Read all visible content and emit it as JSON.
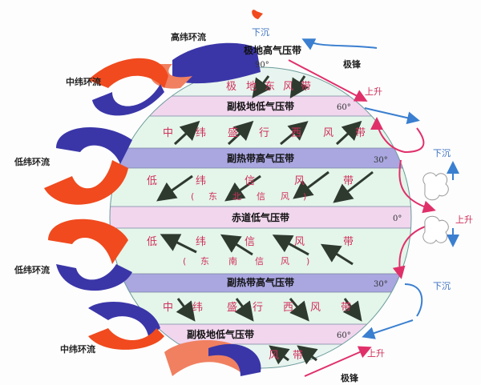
{
  "circulation_labels": {
    "high_lat_top": "高纬环流",
    "mid_lat_top": "中纬环流",
    "low_lat_top": "低纬环流",
    "low_lat_bottom": "低纬环流",
    "mid_lat_bottom": "中纬环流"
  },
  "pressure_belts": {
    "polar_high": "极地高气压带",
    "subpolar_low_n": "副极地低气压带",
    "subtropical_high_n": "副热带高气压带",
    "equatorial_low": "赤道低气压带",
    "subtropical_high_s": "副热带高气压带",
    "subpolar_low_s": "副极地低气压带"
  },
  "wind_belts": {
    "polar_easterlies_n": [
      "极",
      "地",
      "东",
      "风",
      "带"
    ],
    "westerlies_n": [
      "中",
      "纬",
      "盛",
      "行",
      "西",
      "风",
      "带"
    ],
    "trades_n": [
      "低",
      "纬",
      "信",
      "风",
      "带"
    ],
    "trades_n_sub": [
      "(",
      "东",
      "北",
      "信",
      "风",
      ")"
    ],
    "trades_s": [
      "低",
      "纬",
      "信",
      "风",
      "带"
    ],
    "trades_s_sub": [
      "(",
      "东",
      "南",
      "信",
      "风",
      ")"
    ],
    "westerlies_s": [
      "中",
      "纬",
      "盛",
      "行",
      "西",
      "风",
      "带"
    ],
    "polar_easterlies_s": [
      "风",
      "带"
    ]
  },
  "latitudes": {
    "n60": "60°",
    "n30": "30°",
    "eq": "0°",
    "s30": "30°",
    "s60": "60°",
    "n90": "90°"
  },
  "vertical_motion": {
    "sink_top": "下沉",
    "rise_n60": "上升",
    "sink_n30": "下沉",
    "rise_eq": "上升",
    "sink_s30": "下沉",
    "rise_s60": "上升"
  },
  "fronts": {
    "polar_front_n": "极锋",
    "polar_front_s": "极锋"
  },
  "colors": {
    "warm": "#f04a1e",
    "cold": "#3a36a8",
    "pink_band": "#f1d6ee",
    "purple_band": "#a9a6e0",
    "green_band": "#e4f5ea",
    "wind_text": "#d0305a",
    "arrow": "#2f3a2f"
  }
}
